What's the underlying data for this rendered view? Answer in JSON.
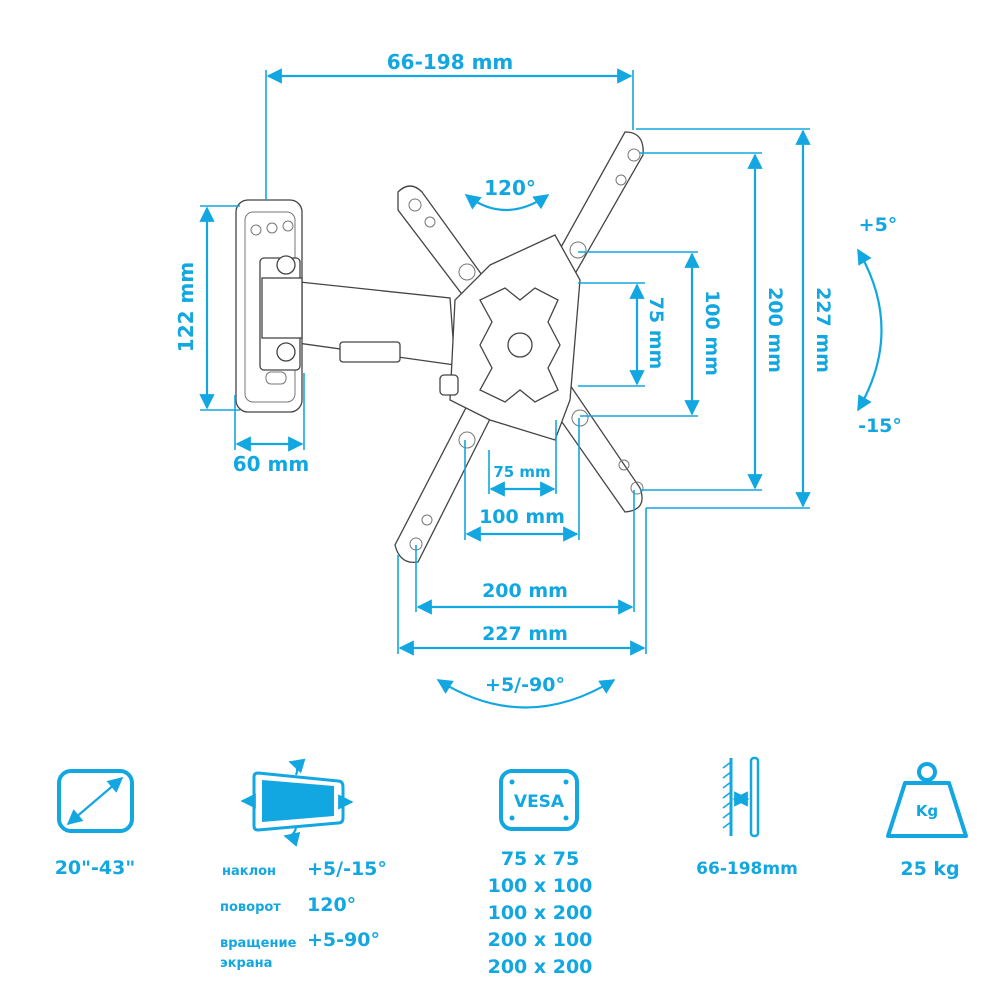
{
  "colors": {
    "accent": "#12a7e0",
    "outline": "#444444"
  },
  "diagram": {
    "arm_extension": "66-198 mm",
    "swivel": "120°",
    "wall_plate_height": "122 mm",
    "wall_plate_width": "60 mm",
    "vesa_v_75": "75 mm",
    "vesa_v_100": "100 mm",
    "vesa_v_200": "200 mm",
    "plate_v_227": "227 mm",
    "tilt_up": "+5°",
    "tilt_down": "-15°",
    "vesa_h_75": "75 mm",
    "vesa_h_100": "100 mm",
    "vesa_h_200": "200 mm",
    "plate_h_227": "227 mm",
    "rotation": "+5/-90°"
  },
  "specs": {
    "screen_size": "20\"-43\"",
    "tilt_label": "наклон",
    "tilt_value": "+5/-15°",
    "swivel_label": "поворот",
    "swivel_value": "120°",
    "rotation_label_1": "вращение",
    "rotation_label_2": "экрана",
    "rotation_value": "+5-90°",
    "vesa_icon_text": "VESA",
    "vesa_list": [
      "75 x 75",
      "100 x 100",
      "100 x 200",
      "200 x 100",
      "200 x 200"
    ],
    "wall_distance": "66-198mm",
    "weight_icon_text": "Kg",
    "max_load": "25 kg"
  }
}
